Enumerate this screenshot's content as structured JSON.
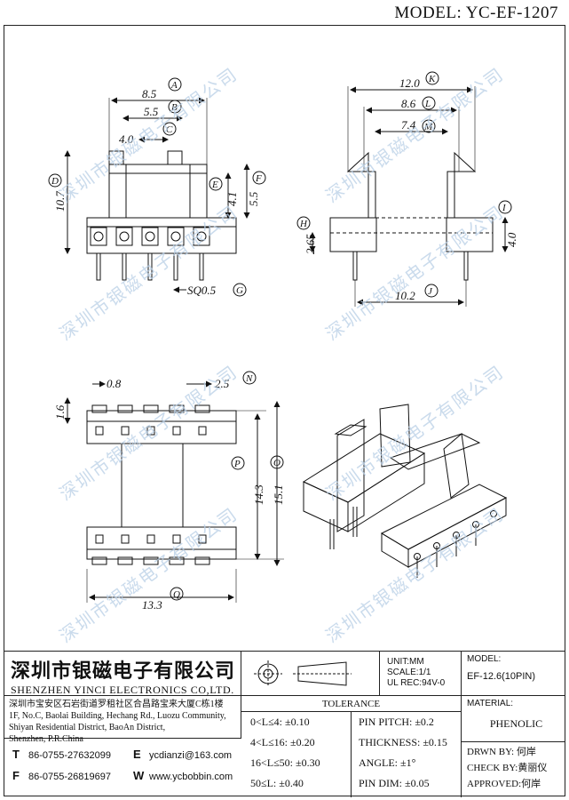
{
  "model_label": "MODEL: YC-EF-1207",
  "watermark": "深圳市银磁电子有限公司",
  "dims": {
    "a": "8.5",
    "b": "5.5",
    "c": "4.0",
    "d": "10.7",
    "e": "4.1",
    "f": "5.5",
    "h": "2.65",
    "k": "12.0",
    "l": "8.6",
    "m": "7.4",
    "i": "4.0",
    "j": "10.2",
    "g": "SQ0.5",
    "n1": "1.6",
    "n2": "0.8",
    "n": "2.5",
    "p": "14.3",
    "o": "15.1",
    "q": "13.3"
  },
  "callouts": {
    "A": "A",
    "B": "B",
    "C": "C",
    "D": "D",
    "E": "E",
    "F": "F",
    "G": "G",
    "H": "H",
    "I": "I",
    "J": "J",
    "K": "K",
    "L": "L",
    "M": "M",
    "N": "N",
    "O": "O",
    "P": "P",
    "Q": "Q"
  },
  "company": {
    "name_cn": "深圳市银磁电子有限公司",
    "name_en": "SHENZHEN YINCI ELECTRONICS CO,LTD.",
    "addr_cn": "深圳市宝安区石岩街道罗租社区合昌路宝来大厦C栋1楼",
    "addr_en1": "1F, No.C, Baolai Building, Hechang Rd., Luozu Community,",
    "addr_en2": "Shiyan Residential District, BaoAn District,",
    "addr_en3": "Shenzhen, P.R.China",
    "tel_k": "T",
    "tel": "86-0755-27632099",
    "fax_k": "F",
    "fax": "86-0755-26819697",
    "email_k": "E",
    "email": "ycdianzi@163.com",
    "web_k": "W",
    "web": "www.ycbobbin.com"
  },
  "units": {
    "unit": "UNIT:MM",
    "scale": "SCALE:1/1",
    "ul": "UL REC:94V-0"
  },
  "model_box": {
    "label": "MODEL:",
    "value": "EF-12.6(10PIN)"
  },
  "material_box": {
    "label": "MATERIAL:",
    "value": "PHENOLIC"
  },
  "tolerance": {
    "title": "TOLERANCE",
    "r1": "0<L≤4: ±0.10",
    "r2": "4<L≤16: ±0.20",
    "r3": "16<L≤50: ±0.30",
    "r4": "50≤L: ±0.40",
    "p1": "PIN PITCH: ±0.2",
    "p2": "THICKNESS: ±0.15",
    "p3": "ANGLE: ±1°",
    "p4": "PIN DIM: ±0.05"
  },
  "signoff": {
    "drawn": "DRWN BY: 何岸",
    "check": "CHECK BY:黄丽仪",
    "approved": "APPROVED:何岸"
  }
}
